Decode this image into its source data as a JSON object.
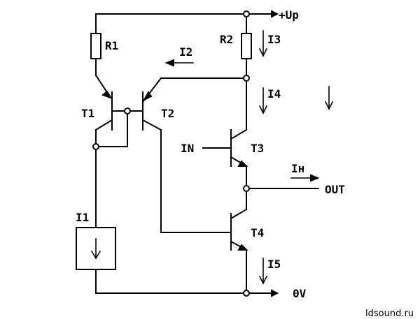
{
  "labels": {
    "supply": "+Up",
    "ground": "0V",
    "input": "IN",
    "output": "OUT",
    "r1": "R1",
    "r2": "R2",
    "t1": "T1",
    "t2": "T2",
    "t3": "T3",
    "t4": "T4",
    "i1": "I1",
    "i2": "I2",
    "i3": "I3",
    "i4": "I4",
    "i5": "I5",
    "load_current": "Iн"
  },
  "watermark": "ldsound.ru"
}
